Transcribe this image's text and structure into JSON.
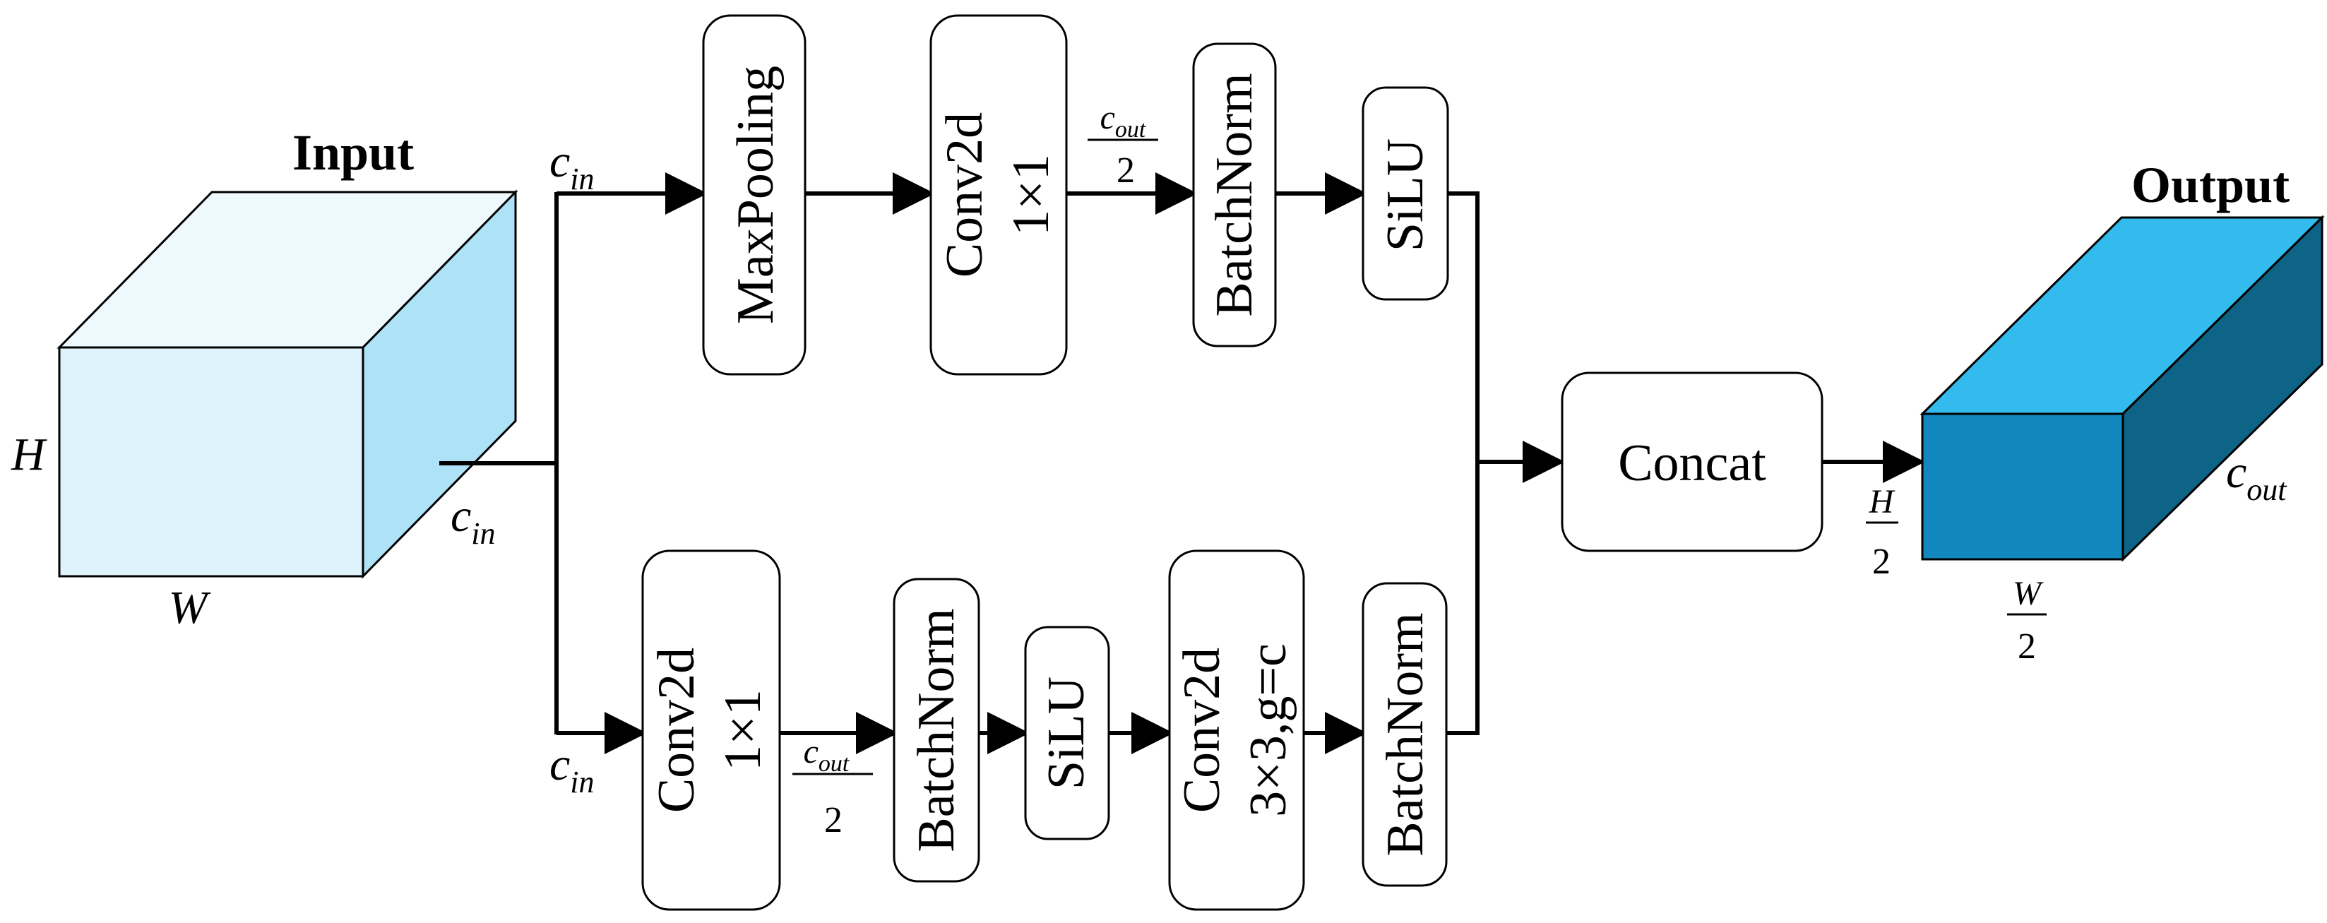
{
  "input": {
    "title": "Input",
    "h": "H",
    "w": "W",
    "c": "c",
    "c_sub": "in"
  },
  "output": {
    "title": "Output",
    "c": "c",
    "c_sub": "out",
    "h_num": "H",
    "h_den": "2",
    "w_num": "W",
    "w_den": "2"
  },
  "top_branch": {
    "label_c": "c",
    "label_sub": "in",
    "maxpool": "MaxPooling",
    "conv_1": "Conv2d",
    "conv_2": "1×1",
    "frac_num": "c",
    "frac_sub": "out",
    "frac_den": "2",
    "bn": "BatchNorm",
    "silu": "SiLU"
  },
  "bottom_branch": {
    "label_c": "c",
    "label_sub": "in",
    "conv_1": "Conv2d",
    "conv_2": "1×1",
    "frac_num": "c",
    "frac_sub": "out",
    "frac_den": "2",
    "bn_1": "BatchNorm",
    "silu": "SiLU",
    "dwconv_1": "Conv2d",
    "dwconv_2": "3×3,g=c",
    "bn_2": "BatchNorm"
  },
  "concat": "Concat",
  "colors": {
    "input_front": "#dff3fc",
    "input_top": "#eef9fe",
    "input_side": "#aee2f7",
    "output_front": "#1187bd",
    "output_top": "#33bbee",
    "output_side": "#0e6487"
  }
}
